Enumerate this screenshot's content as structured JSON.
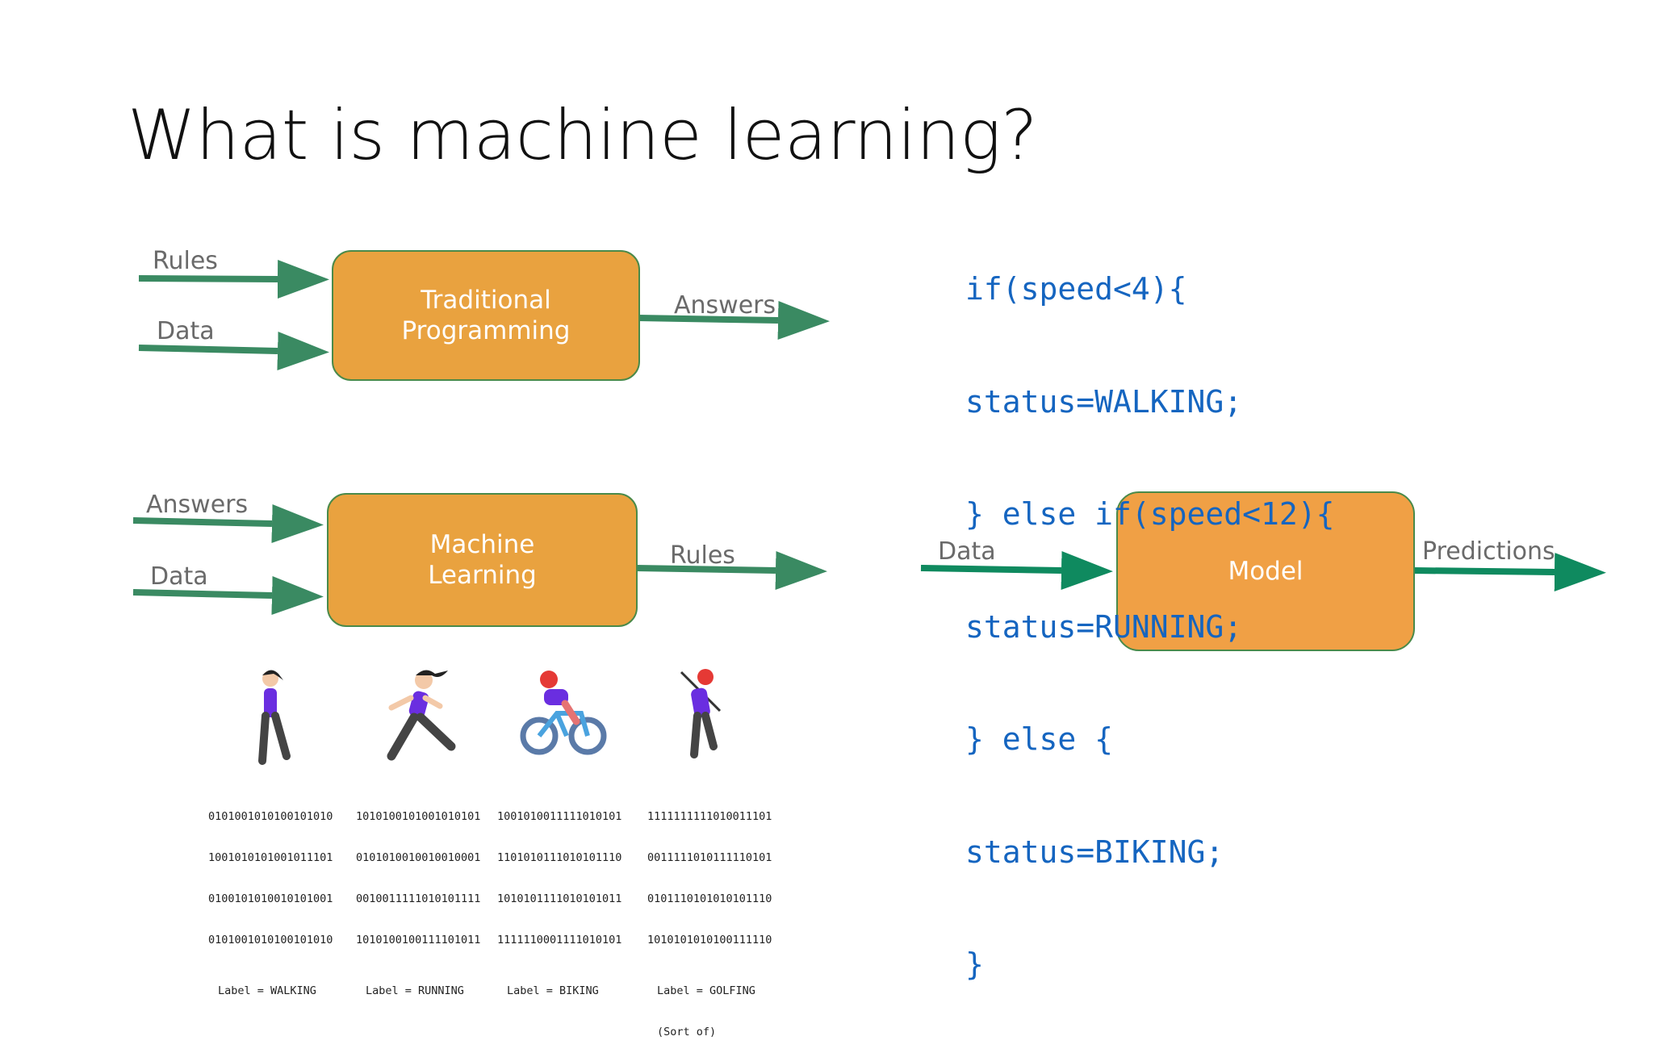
{
  "title": "What is machine learning?",
  "traditional": {
    "inputs": [
      "Rules",
      "Data"
    ],
    "box_label_line1": "Traditional",
    "box_label_line2": "Programming",
    "output": "Answers"
  },
  "ml": {
    "inputs": [
      "Answers",
      "Data"
    ],
    "box_label_line1": "Machine",
    "box_label_line2": "Learning",
    "output": "Rules"
  },
  "model": {
    "input": "Data",
    "box_label": "Model",
    "output": "Predictions"
  },
  "code_lines": [
    "if(speed<4){",
    "status=WALKING;",
    "} else if(speed<12){",
    "status=RUNNING;",
    "} else {",
    "status=BIKING;",
    "}"
  ],
  "samples": [
    {
      "icon": "walking-person-icon",
      "bits": [
        "0101001010100101010",
        "1001010101001011101",
        "0100101010010101001",
        "0101001010100101010"
      ],
      "label": "Label = WALKING",
      "note": ""
    },
    {
      "icon": "running-person-icon",
      "bits": [
        "1010100101001010101",
        "0101010010010010001",
        "0010011111010101111",
        "1010100100111101011"
      ],
      "label": "Label = RUNNING",
      "note": ""
    },
    {
      "icon": "biking-person-icon",
      "bits": [
        "1001010011111010101",
        "1101010111010101110",
        "1010101111010101011",
        "1111110001111010101"
      ],
      "label": "Label = BIKING",
      "note": ""
    },
    {
      "icon": "golfing-person-icon",
      "bits": [
        "1111111111010011101",
        "0011111010111110101",
        "0101110101010101110",
        "1010101010100111110"
      ],
      "label": "Label = GOLFING",
      "note": "(Sort of)"
    }
  ],
  "colors": {
    "box": "#e9a23f",
    "model_box": "#f0a045",
    "arrow": "#3a8a62",
    "model_arrow": "#0f8a5f",
    "code": "#1565c0"
  }
}
